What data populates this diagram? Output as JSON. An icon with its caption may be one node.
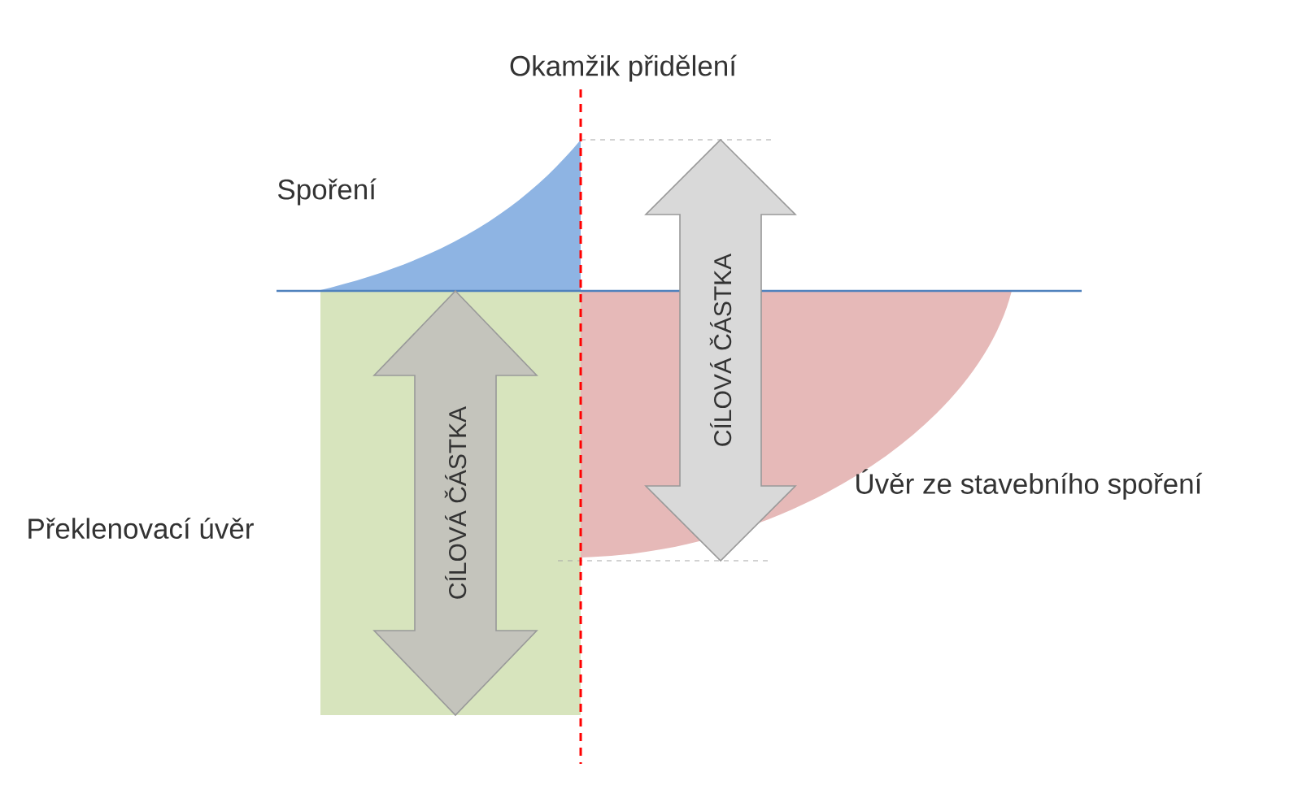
{
  "diagram": {
    "nodes": [
      {
        "text": [
          "CÍLOVÁ ČÁSTKA"
        ]
      },
      {
        "text": [
          "CÍLOVÁ ČÁSTKA"
        ]
      }
    ],
    "labels": [
      "Okamžik přidělení",
      "Spoření",
      "Překlenovací úvěr",
      "Úvěr ze stavebního spoření"
    ]
  }
}
